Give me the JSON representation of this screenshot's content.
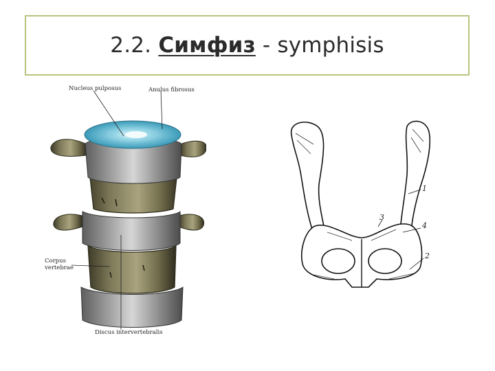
{
  "title": {
    "number": "2.2.",
    "term_ru": "Симфиз",
    "separator": "-",
    "term_lat": "symphisis"
  },
  "spine_figure": {
    "label_nucleus": "Nucleus pulposus",
    "label_anulus": "Anulus fibrosus",
    "label_corpus_line1": "Corpus",
    "label_corpus_line2": "vertebrae",
    "label_discus": "Discus intervertebralis"
  },
  "pelvis_figure": {
    "label_1": "1",
    "label_2": "2",
    "label_3": "3",
    "label_4": "4"
  },
  "colors": {
    "frame": "#b9c37e",
    "disc_cyan": "#6ec6dc",
    "bone": "#6e6a4a"
  }
}
